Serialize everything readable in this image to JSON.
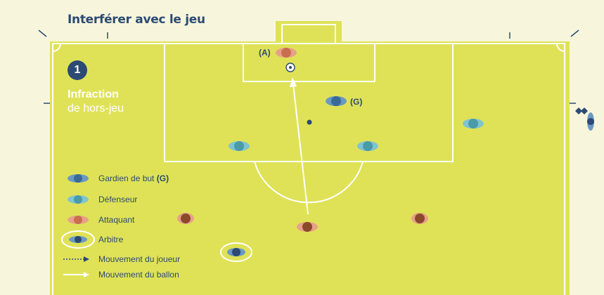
{
  "title": "Interférer avec le jeu",
  "number": "1",
  "infraction_title": "Infraction",
  "infraction_subtitle": "de hors-jeu",
  "labels": {
    "attacker_a": "(A)",
    "goalkeeper_g": "(G)"
  },
  "legend": {
    "goalkeeper": "Gardien de but",
    "goalkeeper_tag": "(G)",
    "defender": "Défenseur",
    "attacker": "Attaquant",
    "referee": "Arbitre",
    "player_movement": "Mouvement du joueur",
    "ball_movement": "Mouvement du ballon"
  },
  "colors": {
    "pitch": "#dfe257",
    "background": "#f7f6dc",
    "lines": "#ffffff",
    "navy": "#2c4a73",
    "defender": "#4a9aa8",
    "goalkeeper": "#3a6a96",
    "attacker": "#c96f4f"
  }
}
